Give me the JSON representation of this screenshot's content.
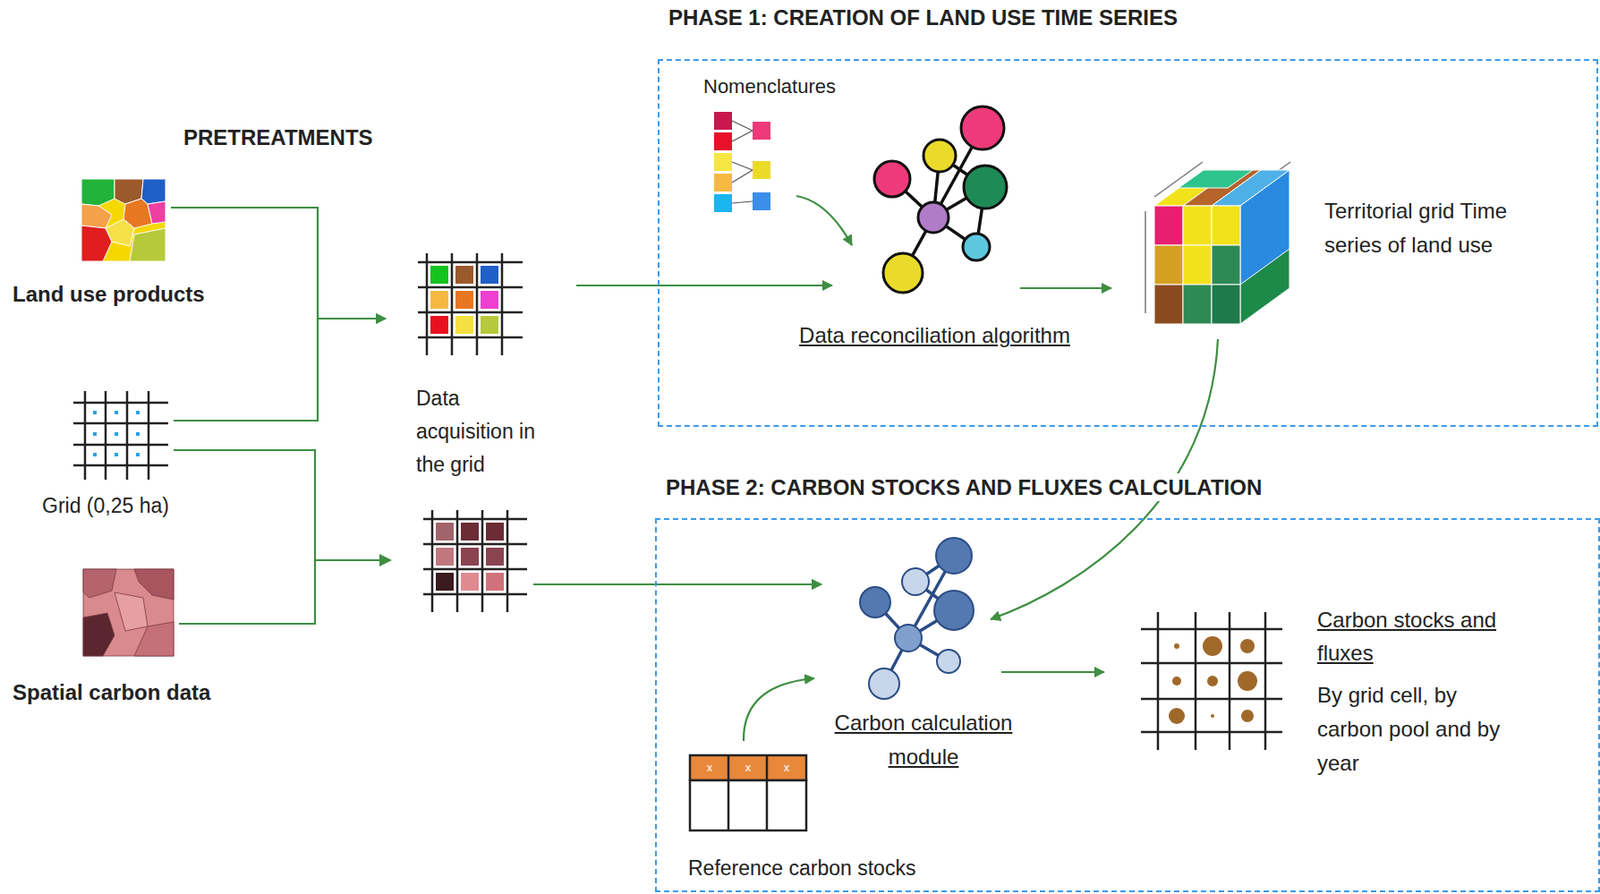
{
  "diagram": {
    "nodes": [
      {
        "text": [
          "PHASE 1: CREATION OF LAND USE TIME SERIES"
        ]
      },
      {
        "text": [
          "Nomenclatures"
        ],
        "in": 0
      },
      {
        "text": [
          "Data reconciliation algorithm"
        ],
        "in": 0
      },
      {
        "text": [
          "Territorial grid Time series of land use"
        ],
        "in": 0
      },
      {
        "text": [
          "PHASE 2: CARBON STOCKS AND FLUXES CALCULATION"
        ]
      },
      {
        "text": [
          "Carbon calculation module"
        ],
        "in": 4
      },
      {
        "text": [
          "Reference carbon stocks"
        ],
        "in": 4
      },
      {
        "text": [
          "Carbon stocks and fluxes",
          "By grid cell, by carbon pool and by year"
        ],
        "in": 4
      },
      {
        "text": [
          "Land use products"
        ]
      },
      {
        "text": [
          "Grid (0,25 ha)"
        ]
      },
      {
        "text": [
          "Spatial carbon data"
        ]
      },
      {
        "text": [
          "Data acquisition in the grid"
        ]
      }
    ],
    "edges": [
      {
        "from": 8,
        "to": 11,
        "arrow": "to"
      },
      {
        "from": 9,
        "to": 11,
        "arrow": "to"
      },
      {
        "from": 9,
        "to": 5,
        "arrow": "to"
      },
      {
        "from": 10,
        "to": 5,
        "arrow": "to"
      },
      {
        "from": 11,
        "to": 2,
        "arrow": "to"
      },
      {
        "from": 1,
        "to": 2,
        "arrow": "to"
      },
      {
        "from": 2,
        "to": 3,
        "arrow": "to"
      },
      {
        "from": 3,
        "to": 5,
        "arrow": "to"
      },
      {
        "from": 6,
        "to": 5,
        "arrow": "to"
      },
      {
        "from": 5,
        "to": 7,
        "arrow": "to"
      }
    ],
    "labels": [
      "PRETREATMENTS",
      "x",
      "x",
      "x"
    ]
  }
}
